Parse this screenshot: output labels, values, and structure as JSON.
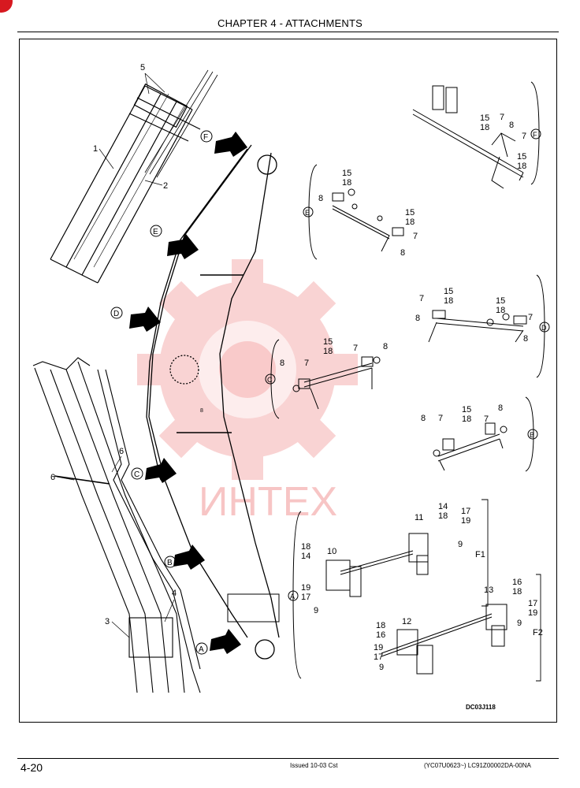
{
  "header": {
    "chapter_title": "CHAPTER 4 - ATTACHMENTS"
  },
  "figure": {
    "code": "DC03J118",
    "watermark": "ИНТЕХ",
    "arm_callouts": [
      "1",
      "2",
      "3",
      "4",
      "5",
      "6",
      "6",
      "8"
    ],
    "view_markers": [
      "F",
      "E",
      "D",
      "C",
      "B",
      "A"
    ],
    "detail_views": {
      "F": {
        "marker": "F",
        "labels": [
          "15",
          "18",
          "7",
          "8",
          "7",
          "15",
          "18"
        ]
      },
      "E": {
        "marker": "E",
        "labels": [
          "15",
          "18",
          "8",
          "15",
          "18",
          "7",
          "8"
        ]
      },
      "D": {
        "marker": "D",
        "labels": [
          "15",
          "18",
          "7",
          "8",
          "15",
          "18",
          "7",
          "8"
        ]
      },
      "C": {
        "marker": "C",
        "labels": [
          "15",
          "18",
          "7",
          "8",
          "8",
          "7"
        ]
      },
      "B": {
        "marker": "B",
        "labels": [
          "15",
          "18",
          "7",
          "8",
          "8",
          "7"
        ]
      },
      "A": {
        "marker": "A",
        "labels_left": [
          "18",
          "14",
          "10",
          "19",
          "17",
          "9"
        ],
        "labels_f1": [
          "14",
          "18",
          "11",
          "17",
          "19",
          "9"
        ],
        "group_f1": "F1",
        "labels_f2_right": [
          "16",
          "18",
          "13",
          "17",
          "19",
          "9"
        ],
        "labels_f2_left": [
          "18",
          "16",
          "12",
          "19",
          "17",
          "9"
        ],
        "group_f2": "F2"
      }
    }
  },
  "footer": {
    "page_number": "4-20",
    "issue_info": "Issued 10-03   Cst",
    "doc_code": "(YC07U0623~)   LC91Z00002DA-00NA"
  },
  "colors": {
    "ink": "#000000",
    "watermark": "#f3a0a0",
    "corner_mark": "#d71920"
  }
}
